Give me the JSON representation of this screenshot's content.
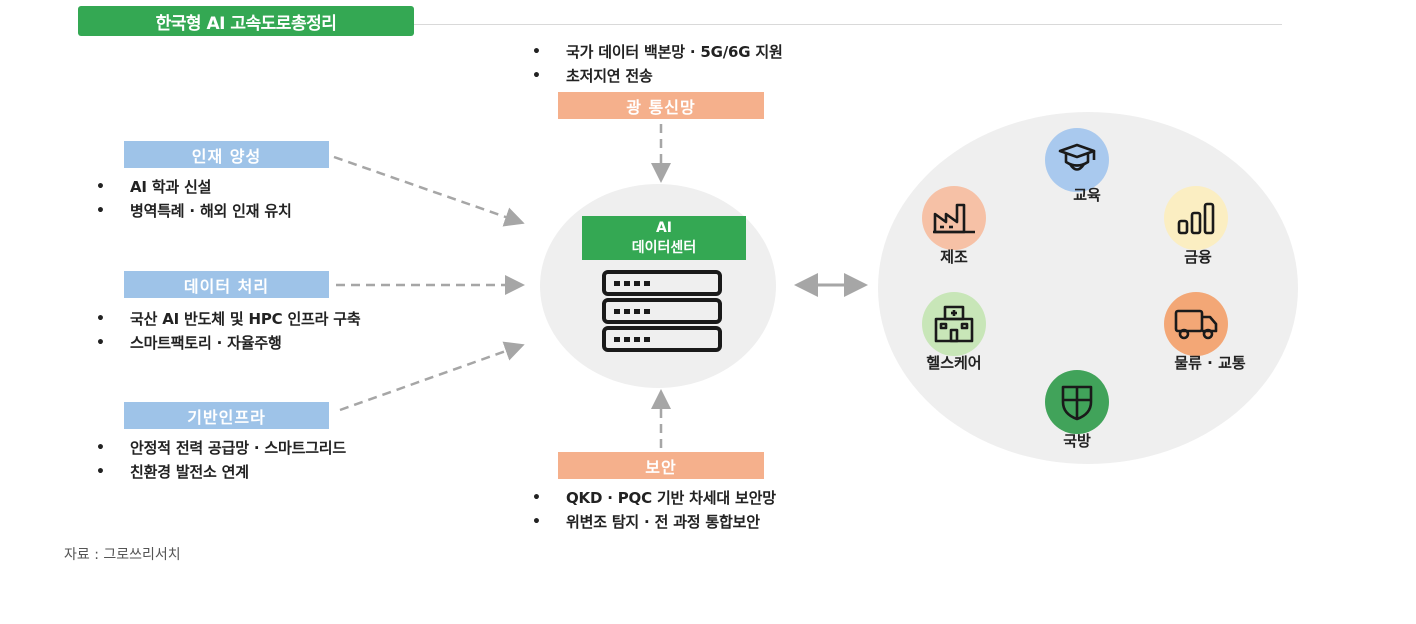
{
  "title": "한국형 AI 고속도로총정리",
  "inputs": {
    "talent": {
      "label": "인재 양성",
      "bullets": [
        "AI 학과 신설",
        "병역특례 · 해외 인재 유치"
      ]
    },
    "data": {
      "label": "데이터 처리",
      "bullets": [
        "국산 AI 반도체 및 HPC 인프라 구축",
        "스마트팩토리 · 자율주행"
      ]
    },
    "infra": {
      "label": "기반인프라",
      "bullets": [
        "안정적 전력 공급망 · 스마트그리드",
        "친환경 발전소 연계"
      ]
    }
  },
  "network": {
    "label": "광 통신망",
    "bullets": [
      "국가 데이터 백본망 · 5G/6G 지원",
      "초저지연 전송"
    ]
  },
  "security": {
    "label": "보안",
    "bullets": [
      "QKD · PQC 기반 차세대 보안망",
      "위변조 탐지 · 전 과정 통합보안"
    ]
  },
  "center": {
    "line1": "AI",
    "line2": "데이터센터",
    "icon": "server-rack-icon"
  },
  "industries": {
    "education": {
      "label": "교육",
      "icon": "graduation-cap-icon",
      "color": "#a9c9ee"
    },
    "manufacturing": {
      "label": "제조",
      "icon": "factory-icon",
      "color": "#f6c1a6"
    },
    "finance": {
      "label": "금융",
      "icon": "bar-chart-icon",
      "color": "#fbeec2"
    },
    "healthcare": {
      "label": "헬스케어",
      "icon": "hospital-icon",
      "color": "#c8e6b8"
    },
    "logistics": {
      "label": "물류 · 교통",
      "icon": "truck-icon",
      "color": "#f3a776"
    },
    "defense": {
      "label": "국방",
      "icon": "shield-icon",
      "color": "#41a35a"
    }
  },
  "source": "자료 : 그로쓰리서치",
  "colors": {
    "title": "#34a853",
    "input_label": "#9ec3e8",
    "network_label": "#f5b08c",
    "arrow": "#a6a6a6"
  }
}
